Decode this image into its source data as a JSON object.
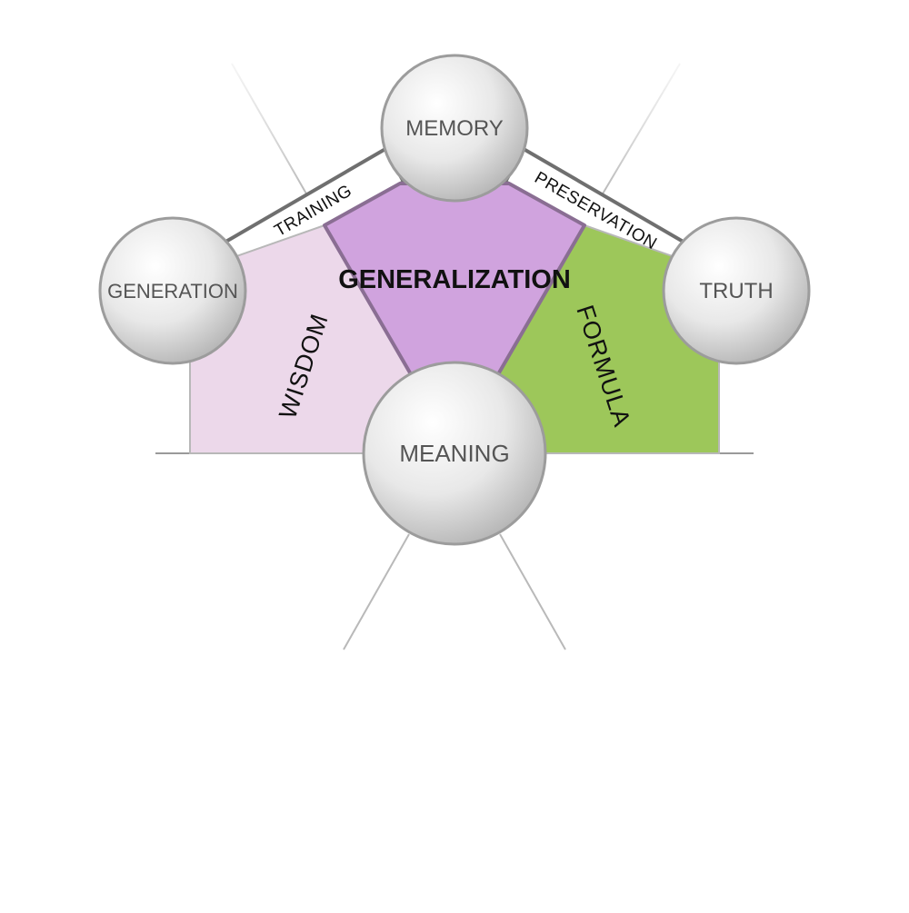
{
  "diagram": {
    "nodes": {
      "memory": "MEMORY",
      "generation": "GENERATION",
      "truth": "TRUTH",
      "meaning": "MEANING"
    },
    "connectors": {
      "training": "TRAINING",
      "preservation": "PRESERVATION"
    },
    "regions": {
      "center": "GENERALIZATION",
      "left": "WISDOM",
      "right": "FORMULA"
    }
  },
  "colors": {
    "center_fill": "#d0a3de",
    "left_fill": "#ecd8ea",
    "right_fill": "#9dc75a",
    "node_fill": "#e9e9e9",
    "outline": "#6f6f6f"
  }
}
